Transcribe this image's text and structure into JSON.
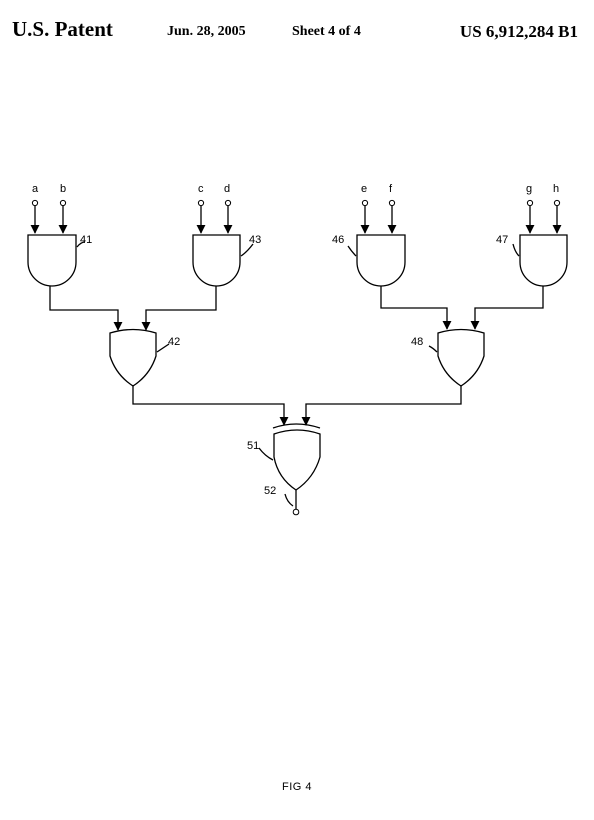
{
  "header": {
    "left": "U.S. Patent",
    "date": "Jun. 28, 2005",
    "sheet": "Sheet 4 of 4",
    "patent_number": "US 6,912,284 B1"
  },
  "figure_label": "FIG 4",
  "inputs": {
    "a": "a",
    "b": "b",
    "c": "c",
    "d": "d",
    "e": "e",
    "f": "f",
    "g": "g",
    "h": "h"
  },
  "gates": {
    "g41": "41",
    "g43": "43",
    "g46": "46",
    "g47": "47",
    "g42": "42",
    "g48": "48",
    "g51": "51",
    "out52": "52"
  }
}
